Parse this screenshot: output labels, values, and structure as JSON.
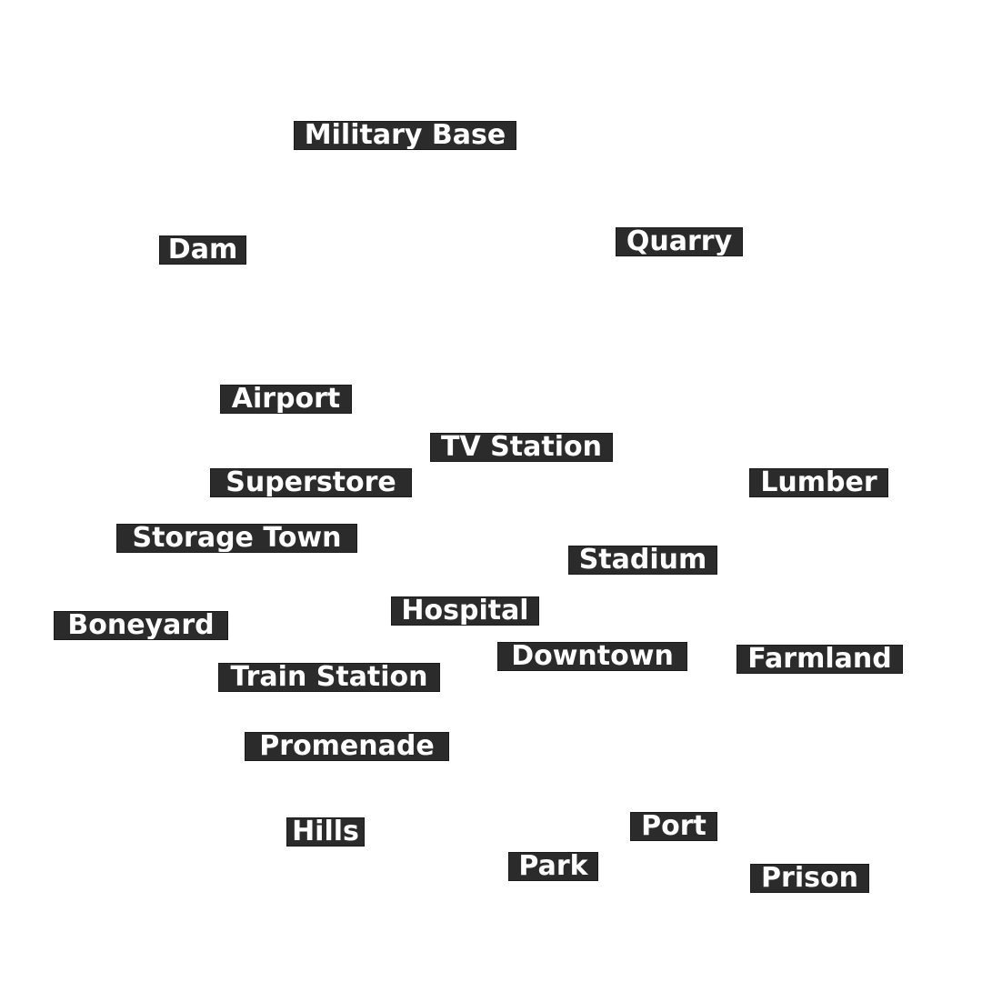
{
  "map": {
    "background_color": "#ffffff",
    "label_background_color": "#2b2b2b",
    "label_text_color": "#ffffff",
    "locations": [
      {
        "id": "military-base",
        "name": "Military Base"
      },
      {
        "id": "dam",
        "name": "Dam"
      },
      {
        "id": "quarry",
        "name": "Quarry"
      },
      {
        "id": "airport",
        "name": "Airport"
      },
      {
        "id": "tv-station",
        "name": "TV Station"
      },
      {
        "id": "superstore",
        "name": "Superstore"
      },
      {
        "id": "lumber",
        "name": "Lumber"
      },
      {
        "id": "storage-town",
        "name": "Storage Town"
      },
      {
        "id": "stadium",
        "name": "Stadium"
      },
      {
        "id": "boneyard",
        "name": "Boneyard"
      },
      {
        "id": "hospital",
        "name": "Hospital"
      },
      {
        "id": "downtown",
        "name": "Downtown"
      },
      {
        "id": "farmland",
        "name": "Farmland"
      },
      {
        "id": "train-station",
        "name": "Train Station"
      },
      {
        "id": "promenade",
        "name": "Promenade"
      },
      {
        "id": "hills",
        "name": "Hills"
      },
      {
        "id": "port",
        "name": "Port"
      },
      {
        "id": "park",
        "name": "Park"
      },
      {
        "id": "prison",
        "name": "Prison"
      }
    ]
  }
}
